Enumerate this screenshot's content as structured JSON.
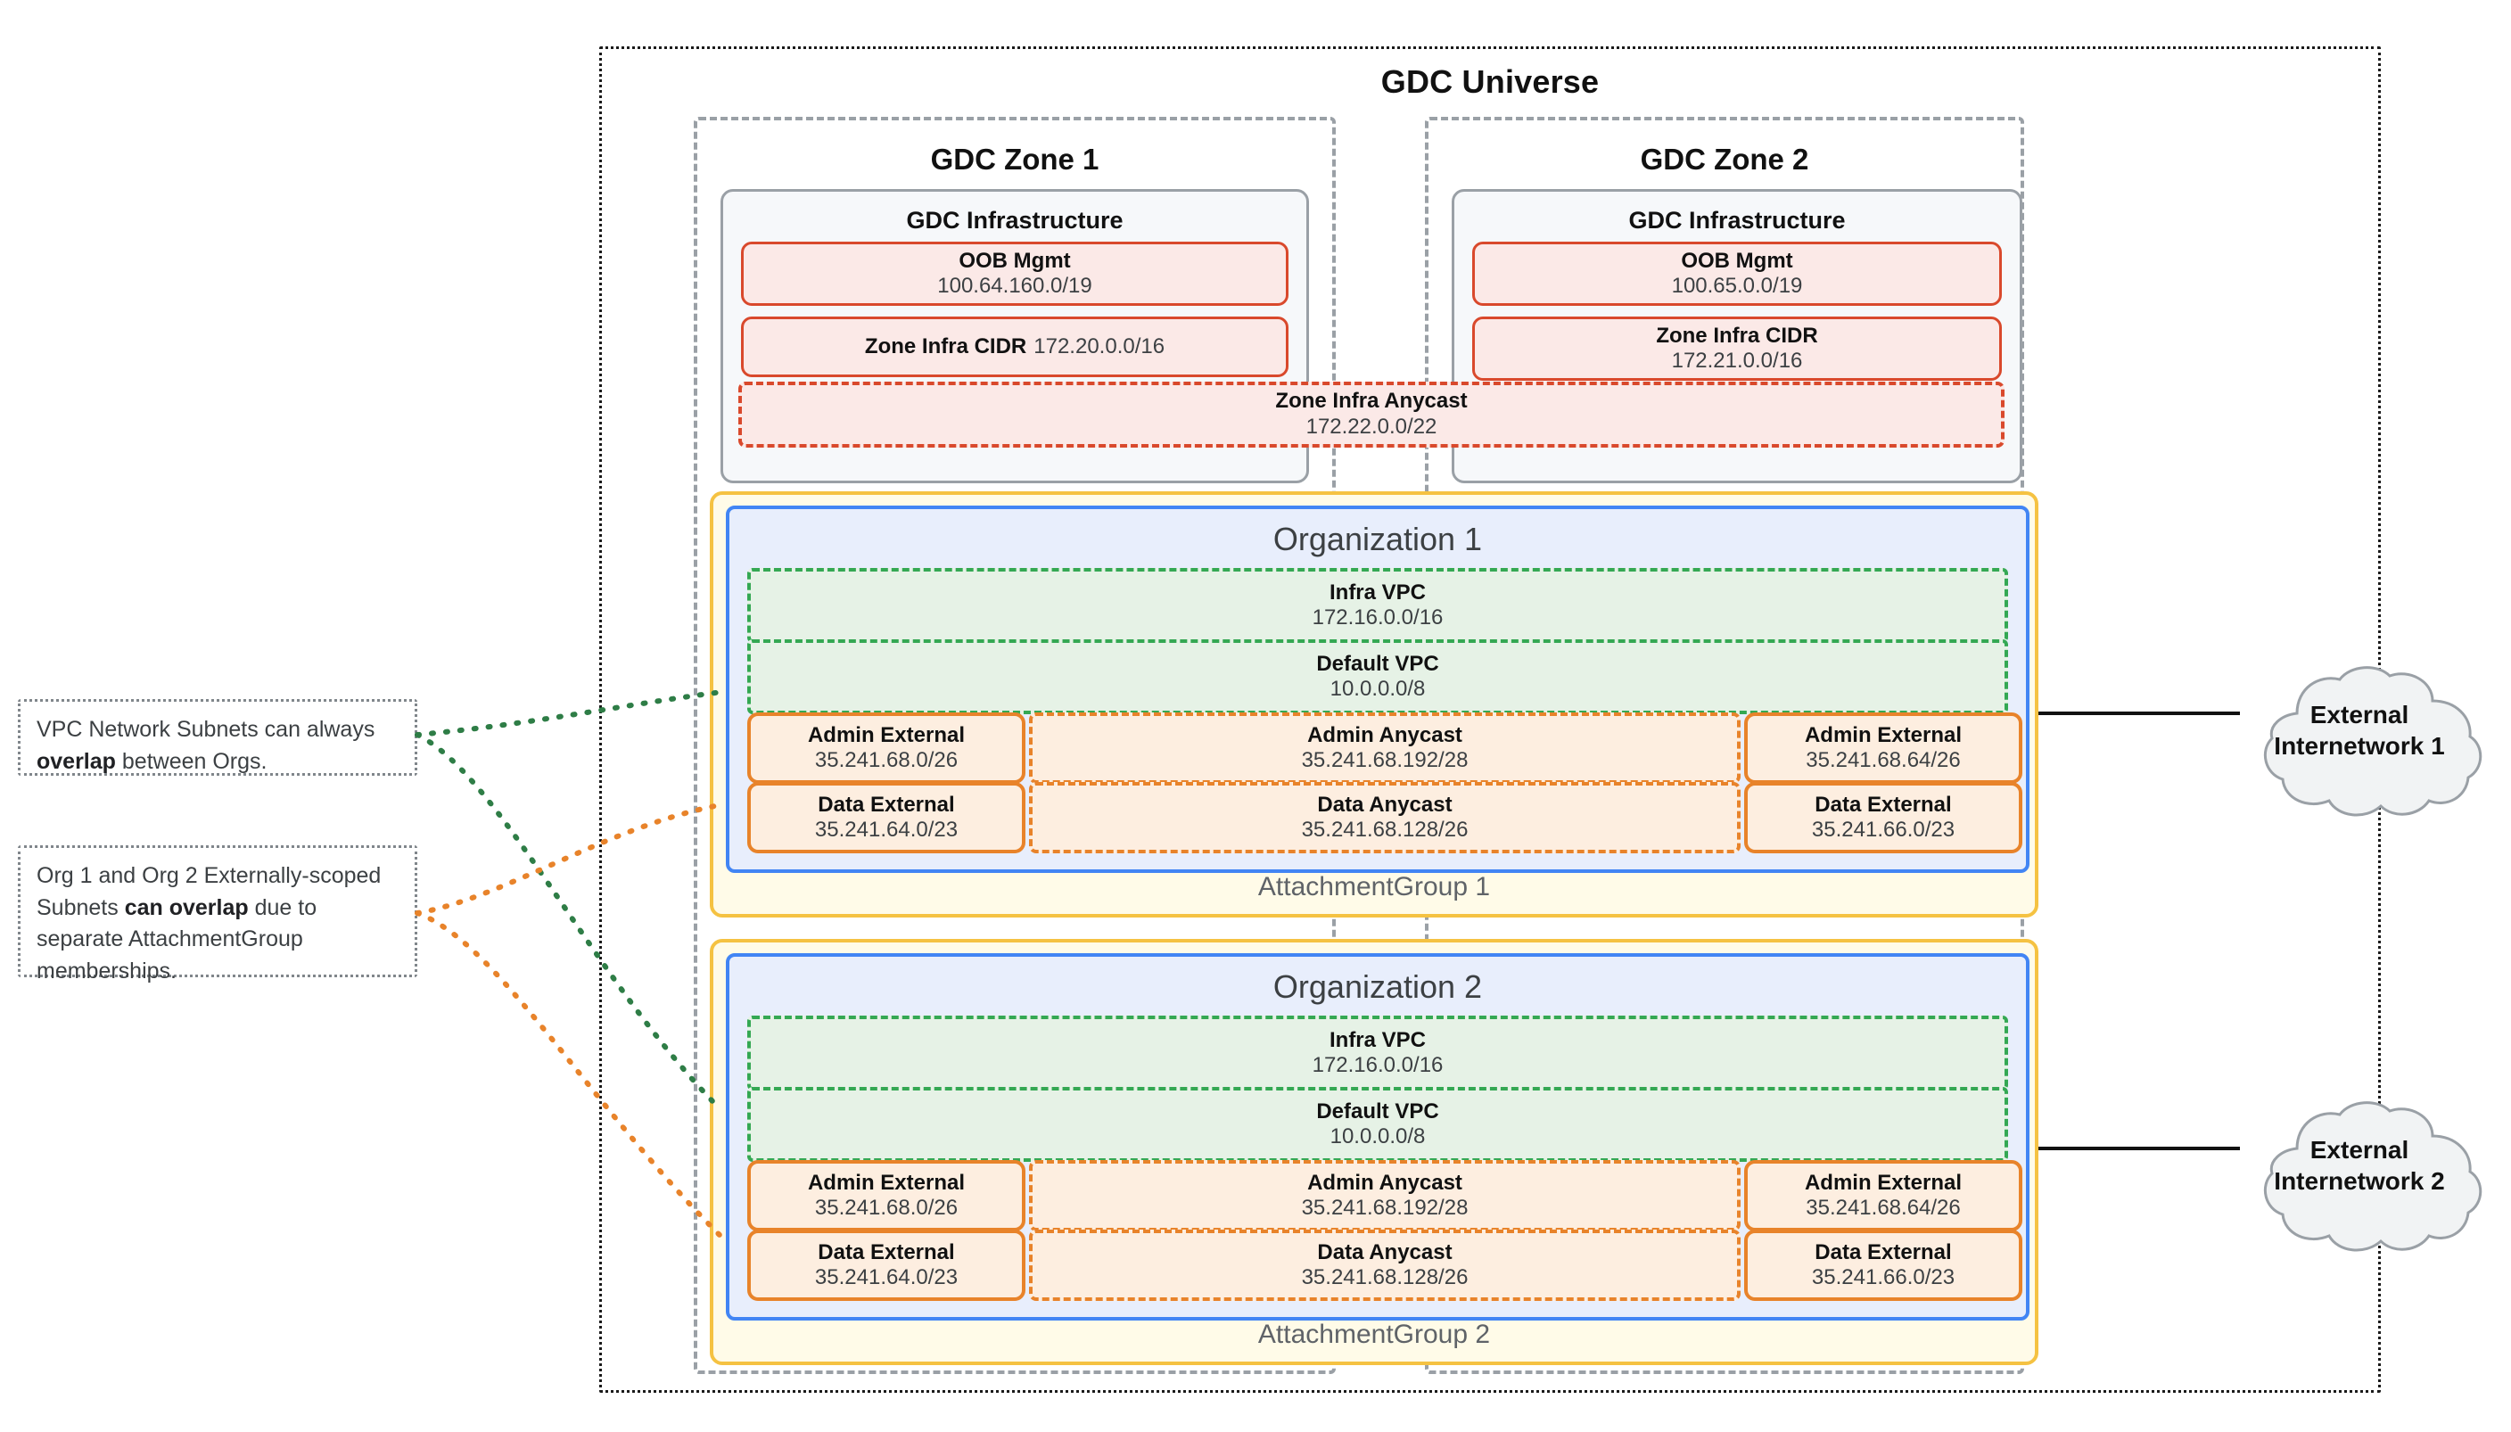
{
  "universe": {
    "title": "GDC Universe"
  },
  "zones": [
    {
      "title": "GDC Zone 1",
      "infra_title": "GDC Infrastructure",
      "oob": {
        "name": "OOB Mgmt",
        "cidr": "100.64.160.0/19"
      },
      "zone_infra_cidr": {
        "name": "Zone Infra CIDR",
        "cidr": "172.20.0.0/16"
      }
    },
    {
      "title": "GDC Zone 2",
      "infra_title": "GDC Infrastructure",
      "oob": {
        "name": "OOB Mgmt",
        "cidr": "100.65.0.0/19"
      },
      "zone_infra_cidr": {
        "name": "Zone Infra CIDR",
        "cidr": "172.21.0.0/16"
      }
    }
  ],
  "zone_infra_anycast": {
    "name": "Zone Infra Anycast",
    "cidr": "172.22.0.0/22"
  },
  "attachment_groups": [
    {
      "label": "AttachmentGroup 1"
    },
    {
      "label": "AttachmentGroup 2"
    }
  ],
  "organizations": [
    {
      "title": "Organization 1",
      "infra_vpc": {
        "name": "Infra VPC",
        "cidr": "172.16.0.0/16"
      },
      "default_vpc": {
        "name": "Default VPC",
        "cidr": "10.0.0.0/8"
      },
      "admin_external_left": {
        "name": "Admin External",
        "cidr": "35.241.68.0/26"
      },
      "admin_anycast": {
        "name": "Admin Anycast",
        "cidr": "35.241.68.192/28"
      },
      "admin_external_right": {
        "name": "Admin External",
        "cidr": "35.241.68.64/26"
      },
      "data_external_left": {
        "name": "Data External",
        "cidr": "35.241.64.0/23"
      },
      "data_anycast": {
        "name": "Data Anycast",
        "cidr": "35.241.68.128/26"
      },
      "data_external_right": {
        "name": "Data External",
        "cidr": "35.241.66.0/23"
      }
    },
    {
      "title": "Organization 2",
      "infra_vpc": {
        "name": "Infra VPC",
        "cidr": "172.16.0.0/16"
      },
      "default_vpc": {
        "name": "Default VPC",
        "cidr": "10.0.0.0/8"
      },
      "admin_external_left": {
        "name": "Admin External",
        "cidr": "35.241.68.0/26"
      },
      "admin_anycast": {
        "name": "Admin Anycast",
        "cidr": "35.241.68.192/28"
      },
      "admin_external_right": {
        "name": "Admin External",
        "cidr": "35.241.68.64/26"
      },
      "data_external_left": {
        "name": "Data External",
        "cidr": "35.241.64.0/23"
      },
      "data_anycast": {
        "name": "Data Anycast",
        "cidr": "35.241.68.128/26"
      },
      "data_external_right": {
        "name": "Data External",
        "cidr": "35.241.66.0/23"
      }
    }
  ],
  "notes": [
    {
      "before": "VPC Network Subnets can always ",
      "bold": "overlap",
      "after": " between Orgs."
    },
    {
      "before": "Org 1 and Org 2 Externally-scoped Subnets ",
      "bold": "can overlap",
      "after": " due to separate AttachmentGroup memberships."
    }
  ],
  "external_networks": [
    {
      "line1": "External",
      "line2": "Internetwork 1"
    },
    {
      "line1": "External",
      "line2": "Internetwork 2"
    }
  ],
  "colors": {
    "universe_border": "#1a1a1a",
    "zone_border": "#9aa0a6",
    "infra_border": "#9aa0a6",
    "infra_fill": "#f6f8fa",
    "red_border": "#d9492c",
    "red_fill": "#fbe9e7",
    "org_border": "#4285f4",
    "org_fill": "#e8eefc",
    "vpc_border": "#34a853",
    "vpc_fill": "#e6f2e6",
    "subnet_border": "#e8832a",
    "subnet_fill": "#fdeee0",
    "attachment_border": "#f5c242",
    "attachment_fill": "#fffbe8",
    "note_border": "#80868b",
    "cloud_border": "#9aa0a6",
    "cloud_fill": "#f1f3f4"
  }
}
